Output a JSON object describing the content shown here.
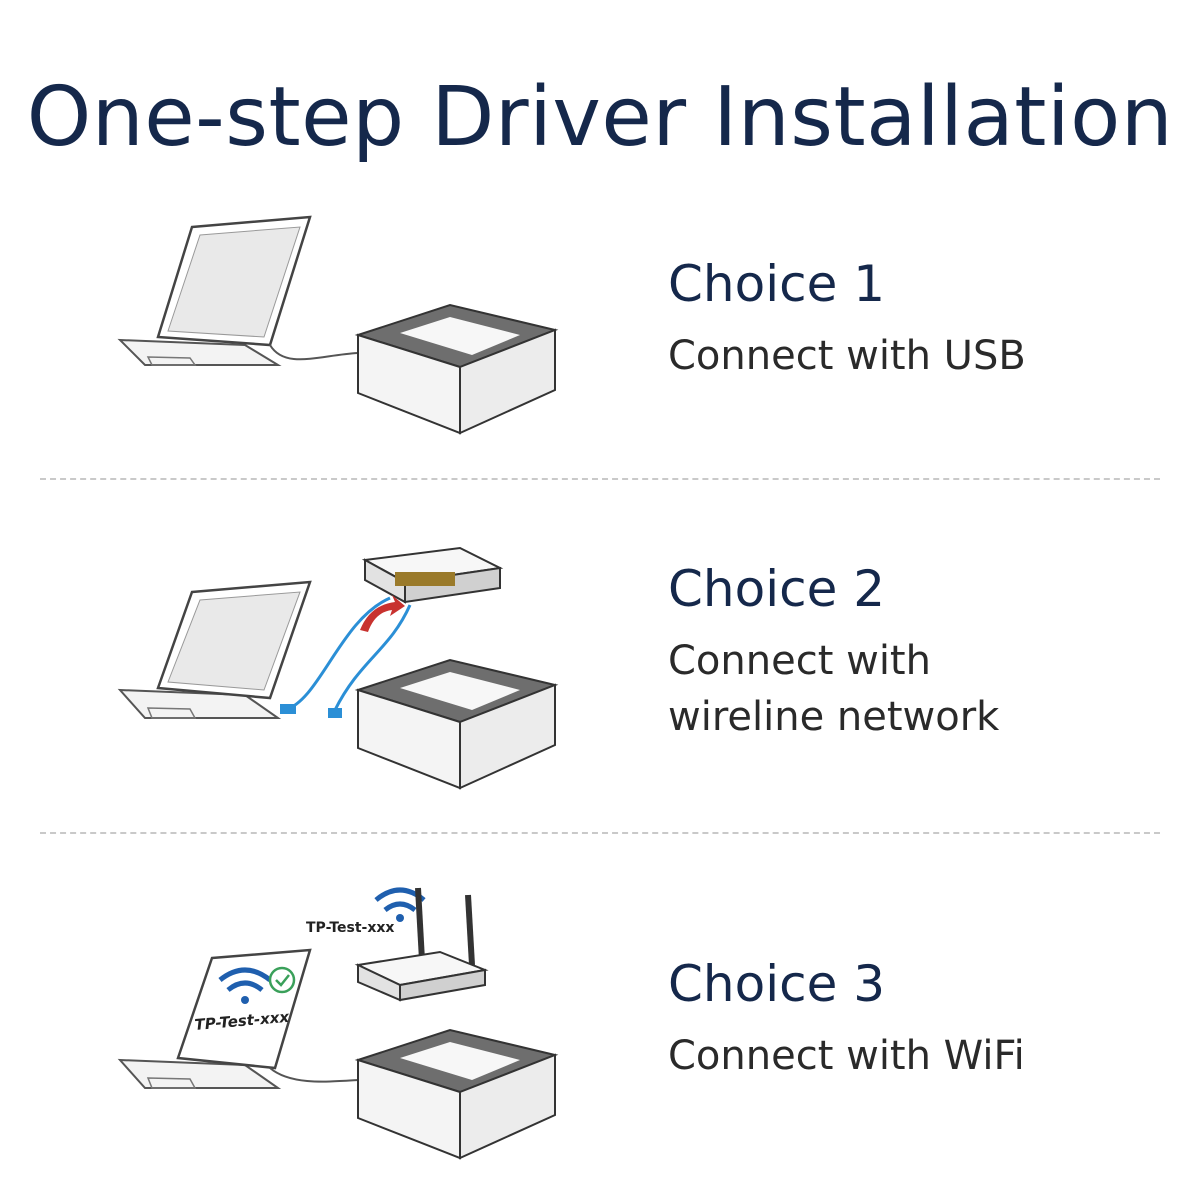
{
  "page": {
    "title": "One-step Driver Installation"
  },
  "choices": [
    {
      "title": "Choice 1",
      "lines": [
        "Connect with USB"
      ],
      "illustration": "laptop-usb-printer"
    },
    {
      "title": "Choice 2",
      "lines": [
        "Connect with",
        "wireline network"
      ],
      "illustration": "laptop-router-ethernet-printer"
    },
    {
      "title": "Choice 3",
      "lines": [
        "Connect with WiFi"
      ],
      "illustration": "laptop-wifi-router-printer",
      "router_ssid": "TP-Test-xxx",
      "laptop_ssid": "TP-Test-xxx"
    }
  ],
  "colors": {
    "title": "#15284b",
    "wifi_blue": "#1f5fae",
    "cable_blue": "#2b8fd6",
    "arrow_red": "#c8322f",
    "check_green": "#3aa05a"
  }
}
